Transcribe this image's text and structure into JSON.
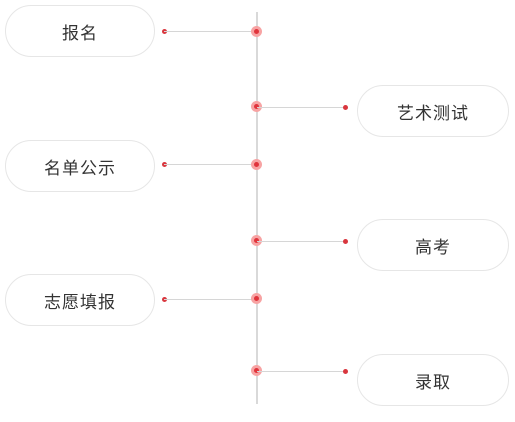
{
  "timeline": {
    "steps": [
      {
        "label": "报名",
        "side": "left"
      },
      {
        "label": "艺术测试",
        "side": "right"
      },
      {
        "label": "名单公示",
        "side": "left"
      },
      {
        "label": "高考",
        "side": "right"
      },
      {
        "label": "志愿填报",
        "side": "left"
      },
      {
        "label": "录取",
        "side": "right"
      }
    ]
  },
  "colors": {
    "accent": "#e0343c",
    "node_halo": "#f7a3a3",
    "axis": "#d9d9d9",
    "box_border": "#e6e6e6",
    "text": "#333333"
  }
}
